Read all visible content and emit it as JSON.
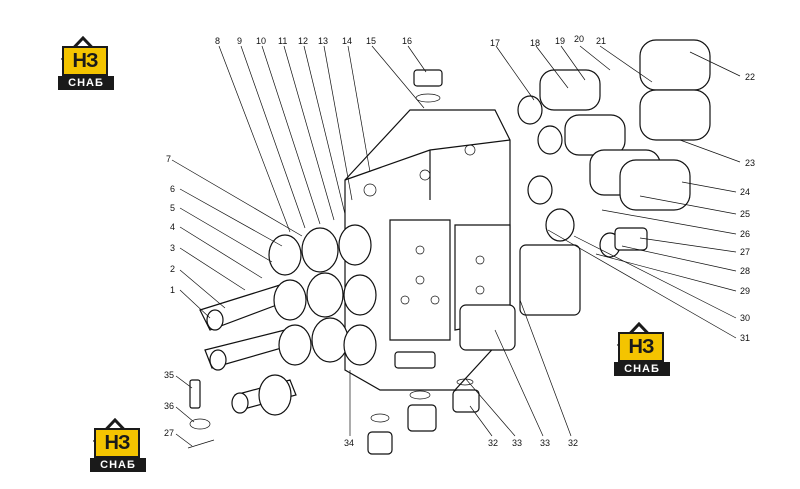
{
  "diagram": {
    "callouts_left": [
      "1",
      "2",
      "3",
      "4",
      "5",
      "6",
      "7"
    ],
    "callouts_top": [
      "8",
      "9",
      "10",
      "11",
      "12",
      "13",
      "14",
      "15",
      "16",
      "17",
      "18",
      "19",
      "20",
      "21",
      "22"
    ],
    "callouts_right": [
      "23",
      "24",
      "25",
      "26",
      "27",
      "28",
      "29",
      "30",
      "31"
    ],
    "callouts_bottom": [
      "32",
      "33",
      "33",
      "32",
      "34",
      "35",
      "36",
      "27"
    ],
    "line_color": "#111111"
  },
  "logos": [
    {
      "mark": "НЗ",
      "word": "СНАБ"
    },
    {
      "mark": "НЗ",
      "word": "СНАБ"
    },
    {
      "mark": "НЗ",
      "word": "СНАБ"
    }
  ],
  "brand_colors": {
    "yellow": "#f4c400",
    "dark": "#1a1a1a"
  }
}
